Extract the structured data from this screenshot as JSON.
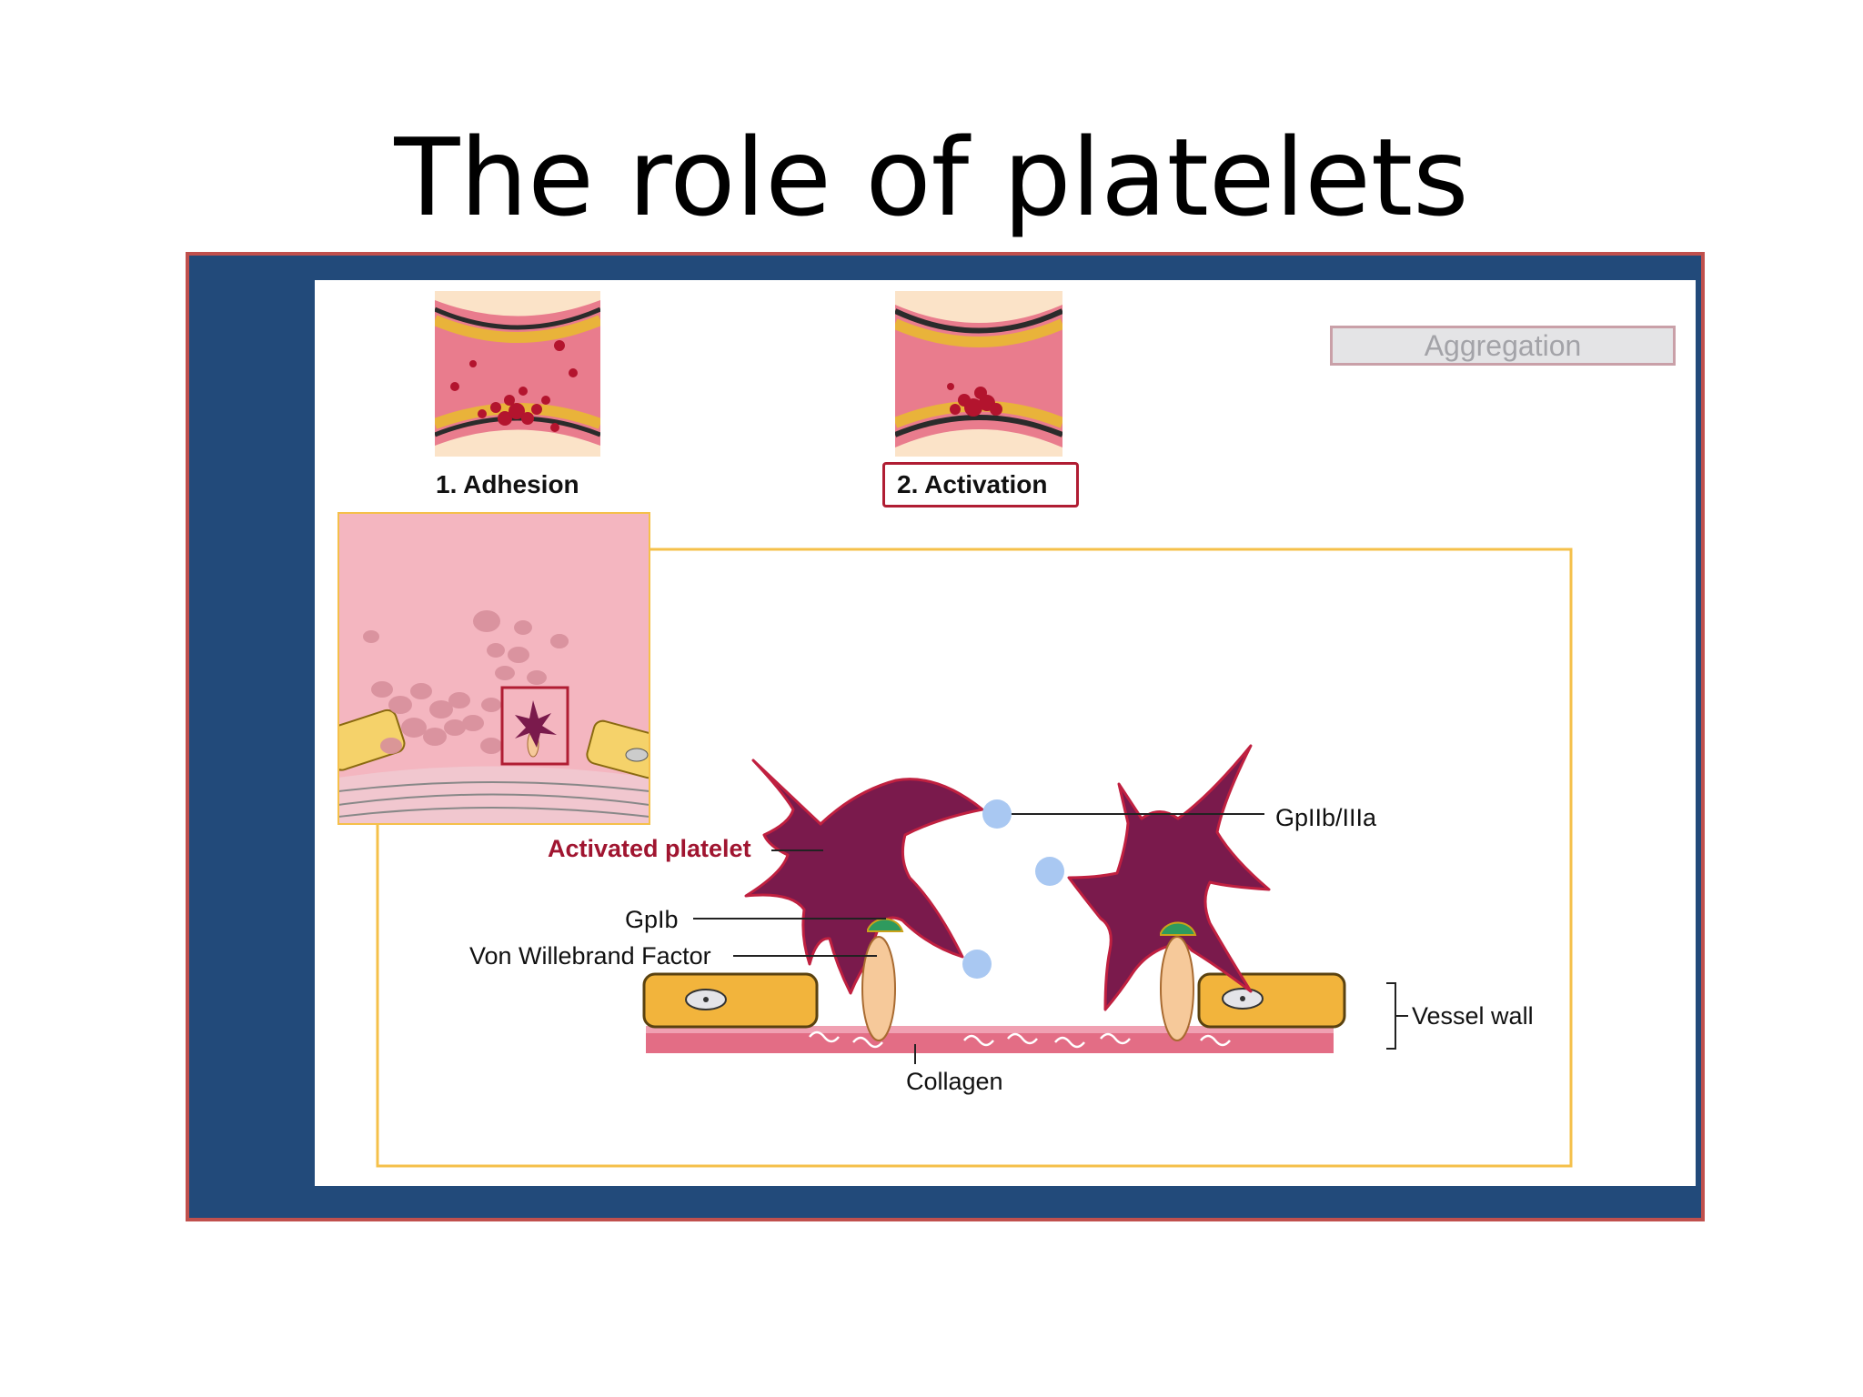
{
  "slide": {
    "title": "The role of platelets"
  },
  "steps": {
    "adhesion": "1. Adhesion",
    "activation": "2. Activation",
    "aggregation": "Aggregation"
  },
  "labels": {
    "activated_platelet": "Activated platelet",
    "gpib": "GpIb",
    "von_willebrand_factor": "Von Willebrand Factor",
    "gpiib_iiia": "GpIIb/IIIa",
    "vessel_wall": "Vessel wall",
    "collagen": "Collagen"
  },
  "colors": {
    "frame_fill": "#224a7a",
    "frame_border": "#c0504d",
    "platelet": "#7a1a4c",
    "platelet_edge": "#c02040",
    "vwf": "#f6c99a",
    "gpib": "#2e9a5e",
    "gpiib_iiia": "#a9c8f2",
    "endothelial_cell": "#f2b43c",
    "collagen_band": "#e06a82",
    "blood_pink": "#e58a9a",
    "highlight_border": "#b01d33",
    "inset_border": "#f5c04a"
  }
}
